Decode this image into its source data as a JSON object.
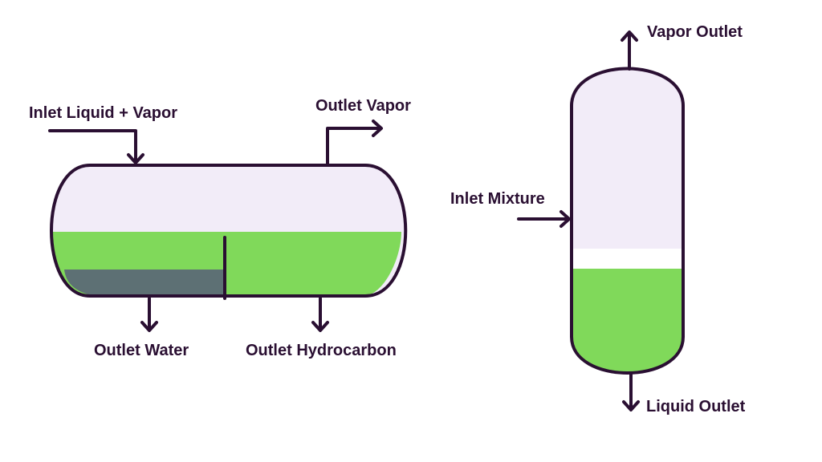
{
  "colors": {
    "outline": "#2a0f32",
    "vapor_fill": "#f2ecf8",
    "liquid_fill": "#80d95a",
    "water_fill": "#5d7074",
    "label_text": "#2a0f32"
  },
  "horizontal_separator": {
    "labels": {
      "inlet": "Inlet Liquid + Vapor",
      "outlet_vapor": "Outlet Vapor",
      "outlet_water": "Outlet Water",
      "outlet_hydrocarbon": "Outlet Hydrocarbon"
    }
  },
  "vertical_separator": {
    "labels": {
      "vapor_outlet": "Vapor Outlet",
      "inlet": "Inlet Mixture",
      "liquid_outlet": "Liquid Outlet"
    }
  }
}
